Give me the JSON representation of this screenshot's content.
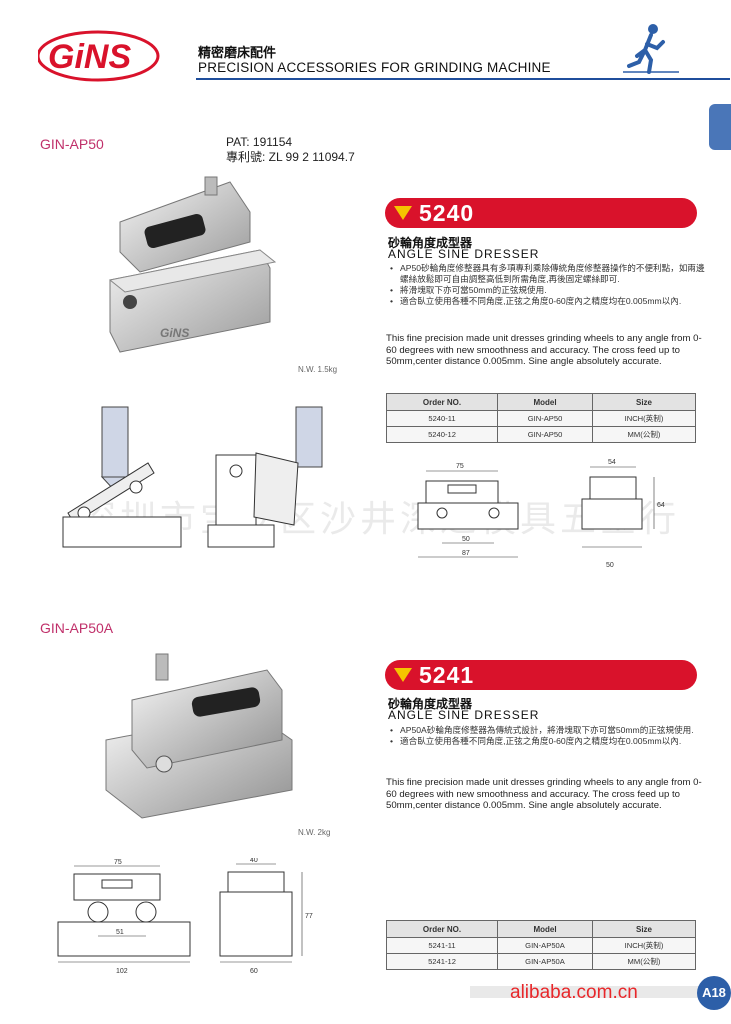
{
  "header": {
    "logo_text": "GiNS",
    "title_cn": "精密磨床配件",
    "title_en": "PRECISION ACCESSORIES FOR GRINDING MACHINE"
  },
  "colors": {
    "accent_red": "#d9122b",
    "brand_blue": "#1f4e9c",
    "banner_triangle": "#f5c400",
    "model_tag": "#c0306a"
  },
  "products": [
    {
      "model_tag": "GIN-AP50",
      "pat_line1": "PAT: 191154",
      "pat_line2": "專利號: ZL 99 2 11094.7",
      "number": "5240",
      "title_cn": "砂輪角度成型器",
      "title_en": "ANGLE SINE DRESSER",
      "bullets": [
        "AP50砂輪角度修整器具有多項專利乘除傳統角度修整器操作的不便利點，如兩邊螺絲放鬆即可自由調整高低到所需角度,再後固定螺絲即可.",
        "將滑塊取下亦可當50mm的正弦規使用.",
        "適合臥立使用各種不同角度,正弦之角度0-60度內之精度均在0.005mm以內."
      ],
      "description": "This fine precision made unit dresses grinding wheels to any angle from 0-60 degrees with new smoothness and accuracy. The cross feed up to 50mm,center distance 0.005mm. Sine angle absolutely accurate.",
      "net_weight": "N.W. 1.5kg",
      "table_headers": [
        "Order NO.",
        "Model",
        "Size"
      ],
      "table_rows": [
        [
          "5240-11",
          "GIN-AP50",
          "INCH(英制)"
        ],
        [
          "5240-12",
          "GIN-AP50",
          "MM(公制)"
        ]
      ],
      "dims": {
        "top_width": "75",
        "base_inner": "50",
        "base_width": "87",
        "side_top": "54",
        "height": "64",
        "side_base": "50"
      }
    },
    {
      "model_tag": "GIN-AP50A",
      "number": "5241",
      "title_cn": "砂輪角度成型器",
      "title_en": "ANGLE SINE DRESSER",
      "bullets": [
        "AP50A砂輪角度修整器為傳統式設計，將滑塊取下亦可當50mm的正弦規使用.",
        "適合臥立使用各種不同角度,正弦之角度0-60度內之精度均在0.005mm以內."
      ],
      "description": "This fine precision made unit dresses grinding wheels to any angle from 0-60 degrees with new smoothness and accuracy. The cross feed up to 50mm,center distance 0.005mm. Sine angle absolutely accurate.",
      "net_weight": "N.W. 2kg",
      "table_headers": [
        "Order NO.",
        "Model",
        "Size"
      ],
      "table_rows": [
        [
          "5241-11",
          "GIN-AP50A",
          "INCH(英制)"
        ],
        [
          "5241-12",
          "GIN-AP50A",
          "MM(公制)"
        ]
      ],
      "dims": {
        "top_width": "75",
        "center": "51",
        "base_width": "102",
        "side_top": "40",
        "height": "77",
        "side_base": "60"
      }
    }
  ],
  "watermark": "深圳市宝安区沙井深达模具五金行",
  "footer": {
    "site": "alibaba.com.cn",
    "page": "A18"
  }
}
